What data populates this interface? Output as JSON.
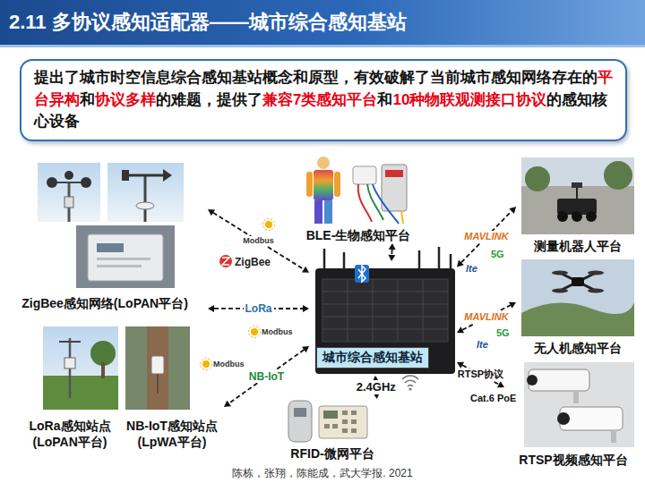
{
  "diagram": {
    "title": "2.11 多协议感知适配器——城市综合感知基站",
    "caption": "陈栋，张翔，陈能成，武大学报. 2021",
    "nodes": [
      {
        "text": [
          "提出了城市时空信息综合感知基站概念和原型，有效破解了当前城市感知网络存在的",
          "平台异构",
          "和",
          "协议多样",
          "的难题，提供了",
          "兼容7类感知平台",
          "和",
          "10种物联观测接口协议",
          "的感知核心设备"
        ]
      },
      {
        "text": [
          "ZigBee感知网络(LoPAN平台)"
        ]
      },
      {
        "text": [
          "BLE-生物感知平台"
        ]
      },
      {
        "text": [
          "城市综合感知基站"
        ]
      },
      {
        "text": [
          "测量机器人平台"
        ]
      },
      {
        "text": [
          "无人机感知平台"
        ]
      },
      {
        "text": [
          "LoRa感知站点 (LoPAN平台)"
        ]
      },
      {
        "text": [
          "NB-IoT感知站点 (LpWA平台)"
        ]
      },
      {
        "text": [
          "RFID-微网平台"
        ]
      },
      {
        "text": [
          "RTSP视频感知平台"
        ]
      }
    ],
    "edges": [
      {
        "from": 1,
        "to": 3,
        "label": "Modbus",
        "arrow": "both"
      },
      {
        "from": 1,
        "to": 3,
        "label": "LoRa",
        "arrow": "both"
      },
      {
        "from": 2,
        "to": 3,
        "arrow": "both"
      },
      {
        "from": 3,
        "to": 4,
        "label": "MAVLINK",
        "arrow": "both"
      },
      {
        "from": 3,
        "to": 5,
        "label": "MAVLINK",
        "arrow": "both"
      },
      {
        "from": 3,
        "to": 9,
        "label": "RTSP协议",
        "arrow": "both"
      },
      {
        "from": 3,
        "to": 8,
        "label": "2.4GHz",
        "arrow": "both"
      },
      {
        "from": 3,
        "to": 7,
        "label": "NB-IoT",
        "arrow": "both"
      }
    ],
    "labels": [
      "ZigBee",
      "Modbus",
      "Modbus",
      "5G",
      "lte",
      "5G",
      "lte",
      "Cat.6 PoE"
    ]
  }
}
